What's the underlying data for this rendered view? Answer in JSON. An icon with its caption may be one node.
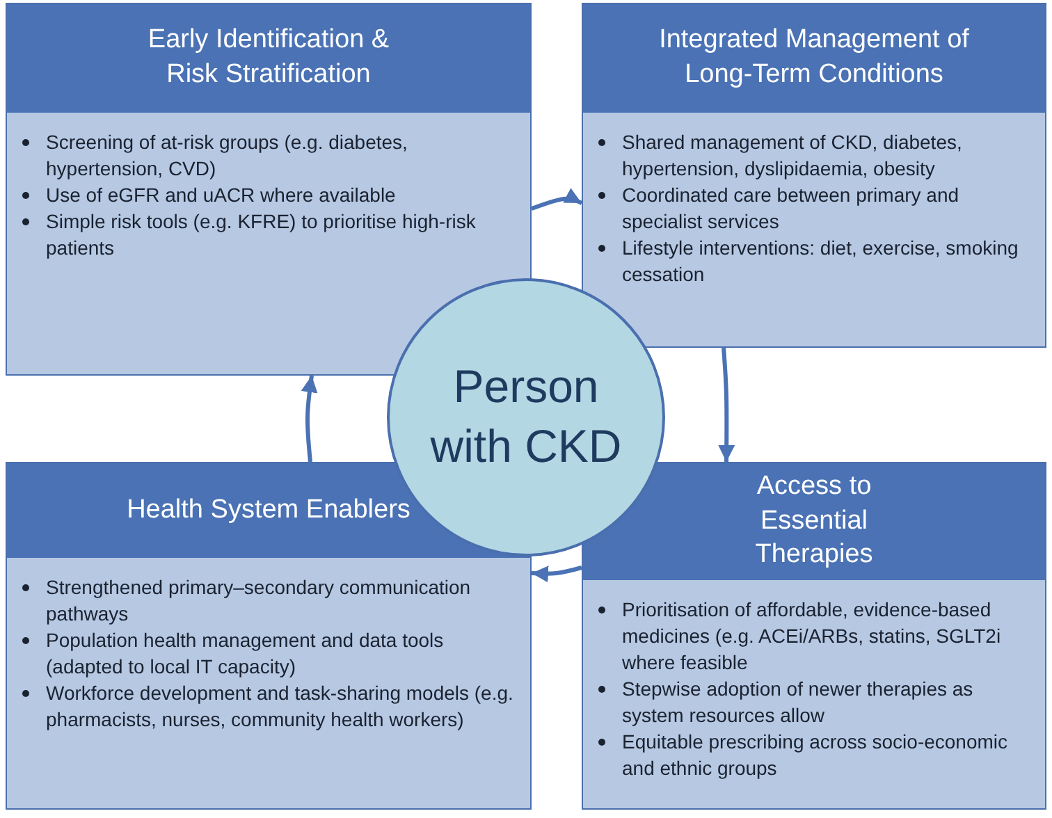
{
  "diagram": {
    "nodes": [
      {
        "text": [
          "Early Identification & Risk Stratification",
          "Screening of at-risk groups (e.g. diabetes, hypertension, CVD)",
          "Use of eGFR and uACR where available",
          "Simple risk tools (e.g. KFRE) to prioritise high-risk patients"
        ]
      },
      {
        "text": [
          "Integrated Management of Long-Term Conditions",
          "Shared management of CKD, diabetes, hypertension, dyslipidaemia, obesity",
          "Coordinated care between primary and specialist services",
          "Lifestyle interventions: diet, exercise, smoking cessation"
        ]
      },
      {
        "text": [
          "Person with CKD"
        ]
      },
      {
        "text": [
          "Health System Enablers",
          "Strengthened primary–secondary communication pathways",
          "Population health management and data tools (adapted to local IT capacity)",
          "Workforce development and task-sharing models (e.g. pharmacists, nurses, community health workers)"
        ]
      },
      {
        "text": [
          "Access to Essential Therapies",
          "Prioritisation of affordable, evidence-based medicines (e.g. ACEi/ARBs, statins, SGLT2i where feasible",
          "Stepwise adoption of newer therapies as system resources allow",
          "Equitable prescribing across socio-economic and ethnic groups"
        ]
      }
    ],
    "edges": [
      {
        "from": 0,
        "to": 1,
        "arrow": "to"
      },
      {
        "from": 1,
        "to": 4,
        "arrow": "to"
      },
      {
        "from": 4,
        "to": 3,
        "arrow": "to"
      },
      {
        "from": 3,
        "to": 0,
        "arrow": "to"
      }
    ]
  }
}
